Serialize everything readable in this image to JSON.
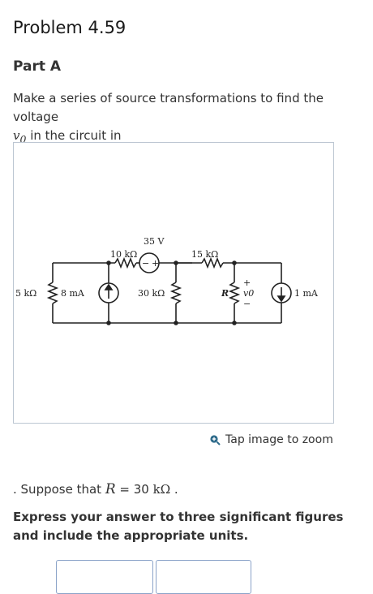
{
  "problem": {
    "title": "Problem 4.59"
  },
  "part": {
    "title": "Part A"
  },
  "instructions": {
    "text_before": "Make a series of source transformations to find the voltage",
    "var": "v",
    "var_sub": "0",
    "text_after": " in the circuit in"
  },
  "circuit": {
    "labels": {
      "r1": "5 kΩ",
      "i1": "8 mA",
      "r2": "10 kΩ",
      "v1": "35 V",
      "r3": "30 kΩ",
      "r4": "15 kΩ",
      "r_var": "R",
      "vo": "v0",
      "plus": "+",
      "minus": "−",
      "vs_minus": "−",
      "vs_plus": "+",
      "i2": "1 mA"
    }
  },
  "zoom": {
    "label": "Tap image to zoom",
    "icon": "zoom-in-icon"
  },
  "suppose": {
    "text": ". Suppose that ",
    "var": "R",
    "equals": " = 30 ",
    "unit": "kΩ",
    "end": " ."
  },
  "express": {
    "text": "Express your answer to three significant figures and include the appropriate units."
  },
  "answer": {
    "value_placeholder": "",
    "units_placeholder": ""
  }
}
